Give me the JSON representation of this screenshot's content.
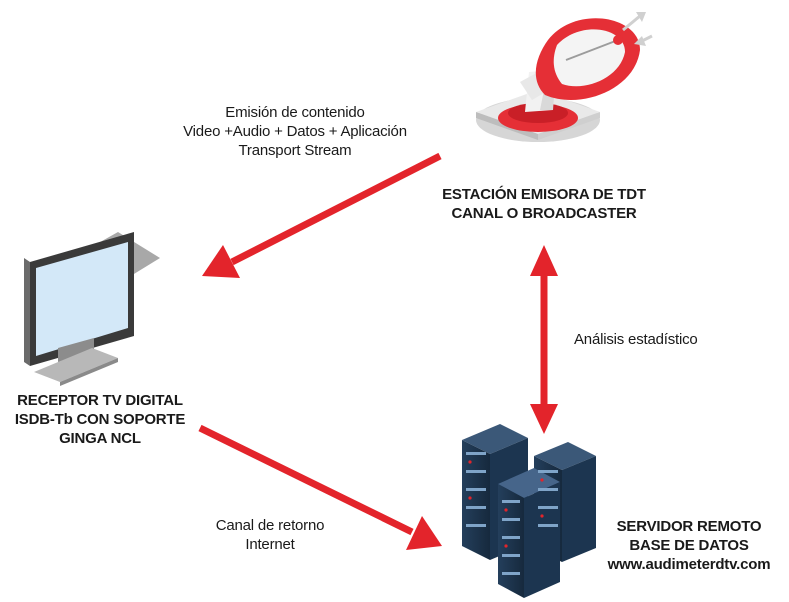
{
  "nodes": {
    "broadcaster": {
      "lines": [
        "ESTACIÓN EMISORA DE TDT",
        "CANAL O BROADCASTER"
      ],
      "icon": "satellite-dish-icon"
    },
    "receiver": {
      "lines": [
        "RECEPTOR  TV DIGITAL",
        "ISDB-Tb CON SOPORTE",
        "GINGA NCL"
      ],
      "icon": "tv-monitor-icon"
    },
    "server": {
      "lines": [
        "SERVIDOR REMOTO",
        "BASE DE DATOS",
        "www.audimeterdtv.com"
      ],
      "icon": "server-rack-icon"
    }
  },
  "edges": {
    "broadcast": {
      "lines": [
        "Emisión de contenido",
        "Video +Audio + Datos + Aplicación",
        "Transport Stream"
      ]
    },
    "analysis": {
      "lines": [
        "Análisis estadístico"
      ]
    },
    "return_channel": {
      "lines": [
        "Canal de retorno",
        "Internet"
      ]
    }
  },
  "colors": {
    "arrow": "#e3242b",
    "dish_red": "#e52f36",
    "screen_blue": "#cfe6f7",
    "server_dark": "#1f3a55"
  }
}
